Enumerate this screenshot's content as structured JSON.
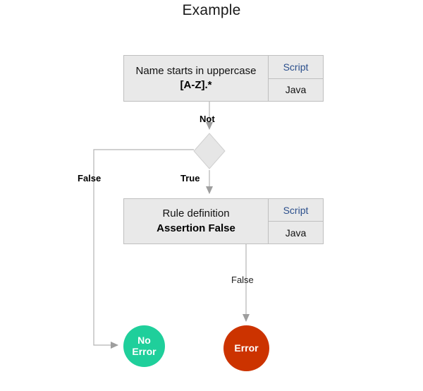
{
  "diagram": {
    "title": "Example",
    "type": "flowchart",
    "background": "#ffffff"
  },
  "nodes": {
    "rule_box": {
      "name": "condition-action-box",
      "line1": "Name starts in uppercase",
      "line2": "[A-Z].*",
      "side_top": "Script",
      "side_bottom": "Java",
      "fill": "#e9e9e9",
      "border": "#bfbfbf",
      "side_top_color": "#2b4f8c"
    },
    "decision": {
      "name": "decision-diamond",
      "label": "Not",
      "fill": "#e6e6e6",
      "border": "#c9c9c9"
    },
    "assertion_box": {
      "name": "assertion-action-box",
      "line1": "Rule definition",
      "line2": "Assertion False",
      "side_top": "Script",
      "side_bottom": "Java",
      "fill": "#e9e9e9",
      "border": "#bfbfbf",
      "side_top_color": "#2b4f8c"
    },
    "no_error": {
      "name": "no-error-terminal",
      "line1": "No",
      "line2": "Error",
      "fill": "#1fcf9b"
    },
    "error": {
      "name": "error-terminal",
      "line1": "Error",
      "fill": "#cc3300"
    }
  },
  "edges": {
    "not_label": "Not",
    "false_branch_label": "False",
    "true_branch_label": "True",
    "assertion_false_label": "False",
    "line_color": "#b3b3b3",
    "arrow_color": "#9e9e9e"
  }
}
